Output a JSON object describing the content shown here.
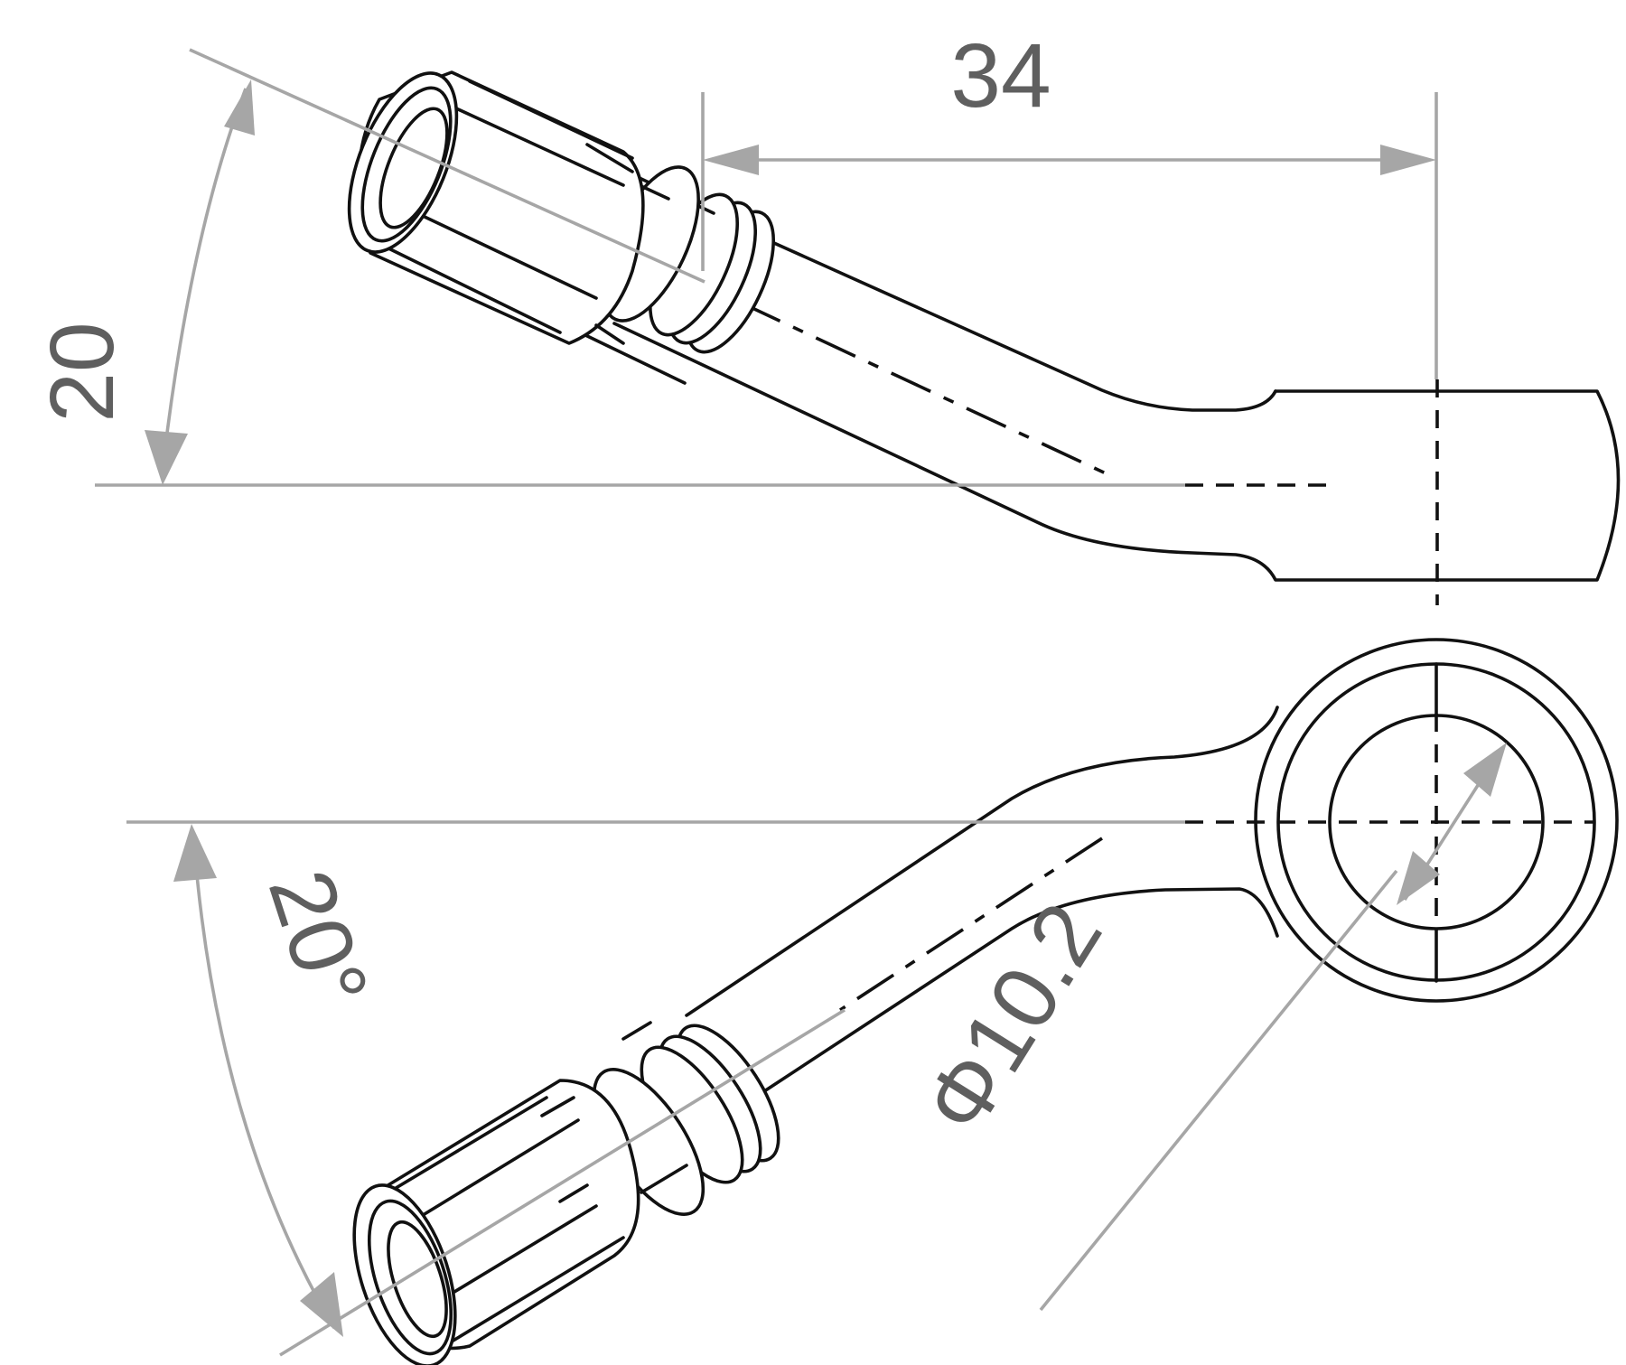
{
  "dimensions": {
    "horizontal_length": "34",
    "vertical_offset": "20",
    "bend_angle": "20°",
    "hole_diameter": "Φ10.2"
  },
  "colors": {
    "line": "#111111",
    "dimension": "#a6a6a6",
    "dimension_text": "#5f5f5f"
  }
}
